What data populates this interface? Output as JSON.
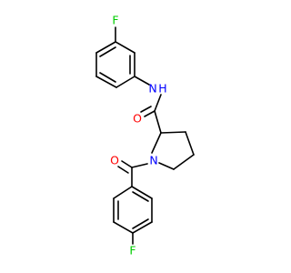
{
  "colors": {
    "bond": "#000000",
    "nitrogen": "#0000ff",
    "oxygen": "#ff0000",
    "fluorine": "#00cc00",
    "background": "#ffffff"
  },
  "atom_labels": {
    "f_top": "F",
    "nh_amide": "N",
    "nh_hydrogen": "H",
    "o_amide": "O",
    "n_pyrrolidine": "N",
    "o_benzoyl": "O",
    "f_bottom": "F"
  }
}
